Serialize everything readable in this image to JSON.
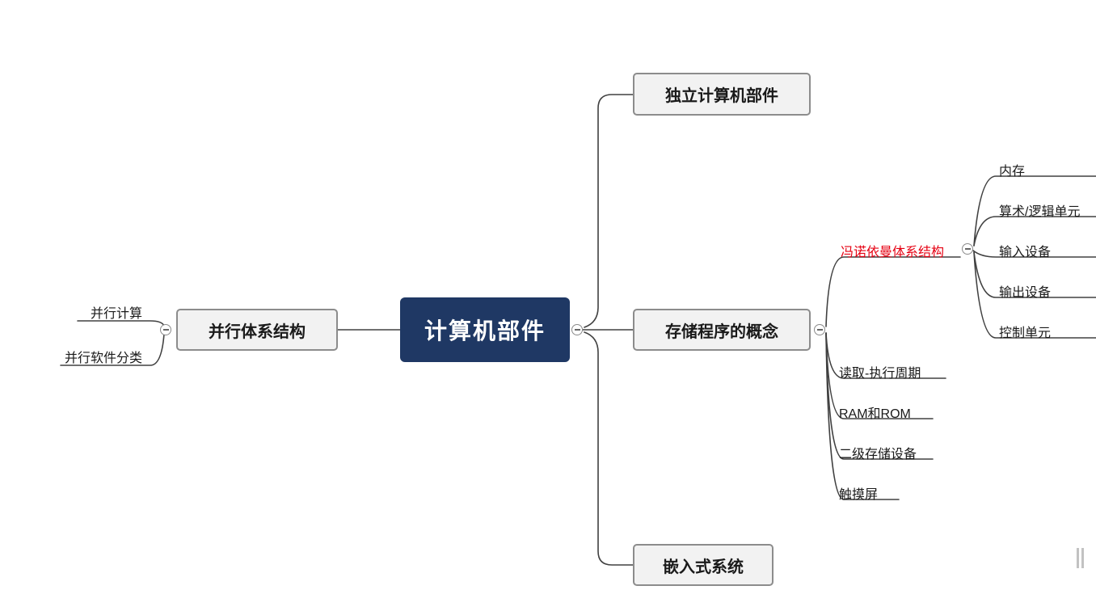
{
  "map": {
    "root": {
      "label": "计算机部件"
    },
    "left": {
      "topic": {
        "label": "并行体系结构"
      },
      "children": [
        {
          "label": "并行计算"
        },
        {
          "label": "并行软件分类"
        }
      ]
    },
    "right": [
      {
        "label": "独立计算机部件"
      },
      {
        "label": "存储程序的概念",
        "children": [
          {
            "label": "冯诺依曼体系结构",
            "children": [
              {
                "label": "内存"
              },
              {
                "label": "算术/逻辑单元"
              },
              {
                "label": "输入设备"
              },
              {
                "label": "输出设备"
              },
              {
                "label": "控制单元"
              }
            ]
          },
          {
            "label": "读取-执行周期"
          },
          {
            "label": "RAM和ROM"
          },
          {
            "label": "二级存储设备"
          },
          {
            "label": "触摸屏"
          }
        ]
      },
      {
        "label": "嵌入式系统"
      }
    ],
    "colors": {
      "root_bg": "#1f3864",
      "root_text": "#ffffff",
      "branch_bg": "#f2f2f2",
      "branch_border": "#8c8c8c",
      "line": "#404040",
      "highlight_text": "#e60012"
    },
    "icons": {
      "collapse": "minus-circle"
    }
  }
}
